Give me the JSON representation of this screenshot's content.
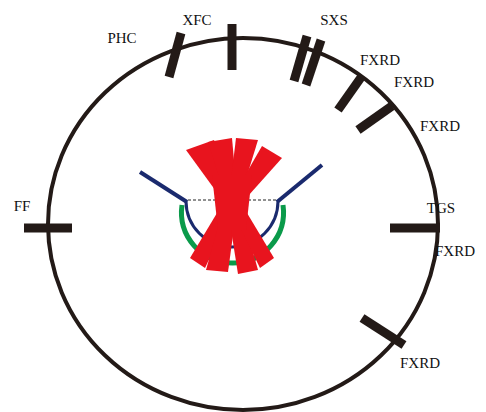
{
  "diagram": {
    "labels": [
      "PHC",
      "XFC",
      "SXS",
      "FXRD",
      "FXRD",
      "FXRD",
      "FF",
      "TGS",
      "FXRD",
      "FXRD"
    ]
  }
}
